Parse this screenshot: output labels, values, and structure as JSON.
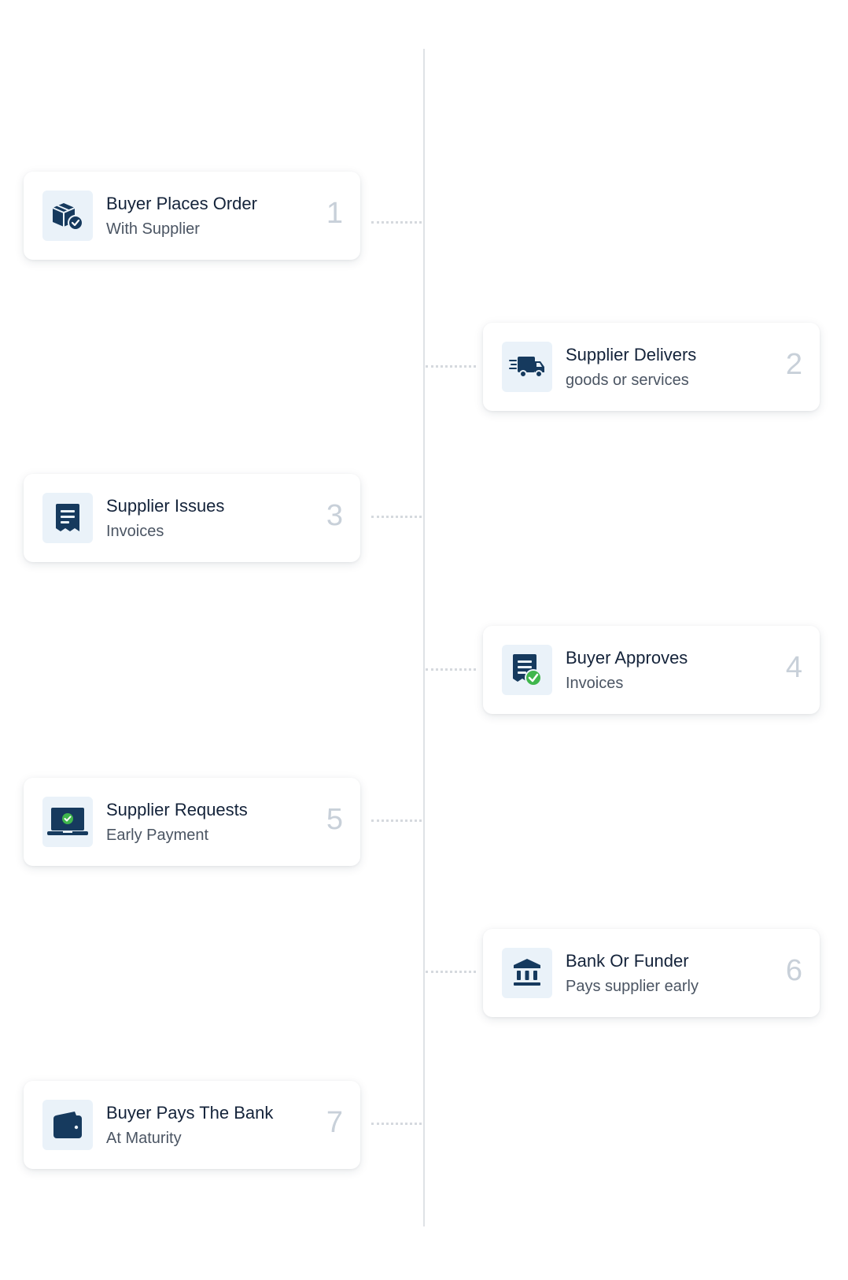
{
  "colors": {
    "icon_primary": "#163a5e",
    "icon_bg": "#eaf2f9",
    "accent_check": "#3fb64c",
    "number": "#c8d0d9",
    "timeline": "#dfe2e6"
  },
  "steps": [
    {
      "number": "1",
      "title": "Buyer Places Order",
      "subtitle": "With Supplier",
      "icon": "box-check-icon",
      "side": "left"
    },
    {
      "number": "2",
      "title": "Supplier Delivers",
      "subtitle": "goods or services",
      "icon": "delivery-truck-icon",
      "side": "right"
    },
    {
      "number": "3",
      "title": "Supplier Issues",
      "subtitle": "Invoices",
      "icon": "invoice-icon",
      "side": "left"
    },
    {
      "number": "4",
      "title": "Buyer Approves",
      "subtitle": "Invoices",
      "icon": "invoice-approved-icon",
      "side": "right"
    },
    {
      "number": "5",
      "title": "Supplier Requests",
      "subtitle": "Early Payment",
      "icon": "laptop-check-icon",
      "side": "left"
    },
    {
      "number": "6",
      "title": "Bank Or Funder",
      "subtitle": "Pays supplier early",
      "icon": "bank-icon",
      "side": "right"
    },
    {
      "number": "7",
      "title": "Buyer Pays The Bank",
      "subtitle": "At Maturity",
      "icon": "wallet-icon",
      "side": "left"
    }
  ]
}
